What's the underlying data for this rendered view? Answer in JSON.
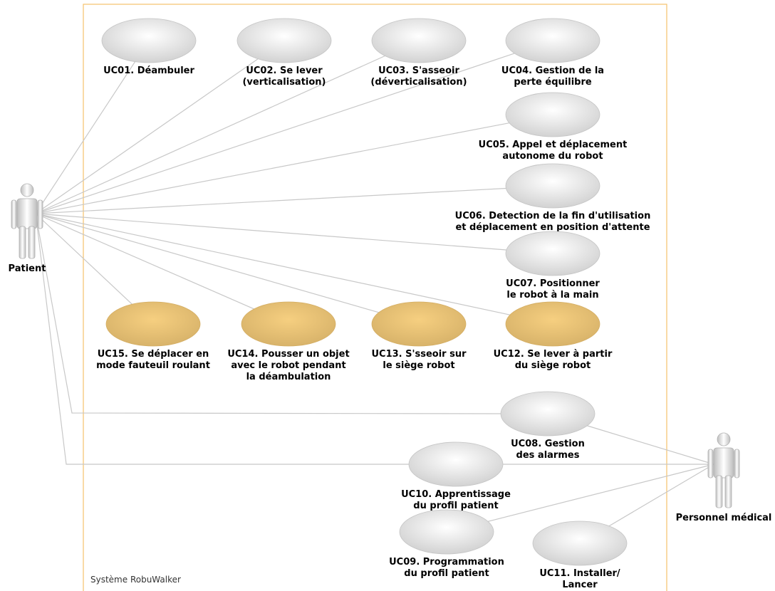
{
  "system": {
    "name": "Système RobuWalker",
    "border_color": "#f5c26b"
  },
  "actors": [
    {
      "id": "patient",
      "label": "Patient"
    },
    {
      "id": "staff",
      "label": "Personnel médical"
    }
  ],
  "use_cases": [
    {
      "id": "UC01",
      "lines": [
        "UC01. Déambuler"
      ],
      "style": "grey"
    },
    {
      "id": "UC02",
      "lines": [
        "UC02. Se lever",
        "(verticalisation)"
      ],
      "style": "grey"
    },
    {
      "id": "UC03",
      "lines": [
        "UC03. S'asseoir",
        "(déverticalisation)"
      ],
      "style": "grey"
    },
    {
      "id": "UC04",
      "lines": [
        "UC04. Gestion de la",
        "perte équilibre"
      ],
      "style": "grey"
    },
    {
      "id": "UC05",
      "lines": [
        "UC05. Appel et déplacement",
        "autonome du robot"
      ],
      "style": "grey"
    },
    {
      "id": "UC06",
      "lines": [
        "UC06. Detection de la fin d'utilisation",
        "et déplacement en position d'attente"
      ],
      "style": "grey"
    },
    {
      "id": "UC07",
      "lines": [
        "UC07. Positionner",
        "le robot à la main"
      ],
      "style": "grey"
    },
    {
      "id": "UC12",
      "lines": [
        "UC12. Se lever à partir",
        "du siège robot"
      ],
      "style": "gold"
    },
    {
      "id": "UC13",
      "lines": [
        "UC13. S'sseoir sur",
        "le siège robot"
      ],
      "style": "gold"
    },
    {
      "id": "UC14",
      "lines": [
        "UC14. Pousser un objet",
        "avec le robot pendant",
        "la déambulation"
      ],
      "style": "gold"
    },
    {
      "id": "UC15",
      "lines": [
        "UC15. Se déplacer en",
        "mode fauteuil roulant"
      ],
      "style": "gold"
    },
    {
      "id": "UC08",
      "lines": [
        "UC08. Gestion",
        "des alarmes"
      ],
      "style": "grey"
    },
    {
      "id": "UC10",
      "lines": [
        "UC10. Apprentissage",
        "du profil patient"
      ],
      "style": "grey"
    },
    {
      "id": "UC09",
      "lines": [
        "UC09. Programmation",
        "du profil patient"
      ],
      "style": "grey"
    },
    {
      "id": "UC11",
      "lines": [
        "UC11. Installer/",
        "Lancer"
      ],
      "style": "grey"
    }
  ],
  "associations": [
    [
      "patient",
      "UC01"
    ],
    [
      "patient",
      "UC02"
    ],
    [
      "patient",
      "UC03"
    ],
    [
      "patient",
      "UC04"
    ],
    [
      "patient",
      "UC05"
    ],
    [
      "patient",
      "UC06"
    ],
    [
      "patient",
      "UC07"
    ],
    [
      "patient",
      "UC12"
    ],
    [
      "patient",
      "UC13"
    ],
    [
      "patient",
      "UC14"
    ],
    [
      "patient",
      "UC15"
    ],
    [
      "patient",
      "UC08"
    ],
    [
      "patient",
      "UC10"
    ],
    [
      "staff",
      "UC08"
    ],
    [
      "staff",
      "UC10"
    ],
    [
      "staff",
      "UC09"
    ],
    [
      "staff",
      "UC11"
    ]
  ],
  "colors": {
    "grey_fill_center": "#ffffff",
    "grey_fill_edge": "#d2d2d2",
    "gold_fill_center": "#f6cf80",
    "gold_fill_edge": "#d8b36a",
    "line": "#c8c8c8"
  }
}
